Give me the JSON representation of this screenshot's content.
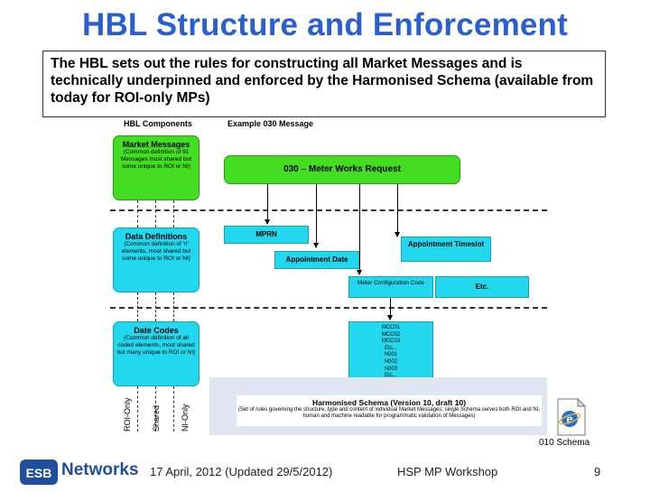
{
  "slide": {
    "title": "HBL Structure and Enforcement",
    "intro": "The HBL sets out the rules for constructing all Market Messages and is technically underpinned and enforced by the Harmonised Schema (available from today for ROI-only MPs)"
  },
  "diagram": {
    "col_headers": {
      "components": "HBL Components",
      "example": "Example 030 Message"
    },
    "components": [
      {
        "title": "Market Messages",
        "note": "(Common definition of 91 Messages most shared but some unique to ROI or NI)"
      },
      {
        "title": "Data Definitions",
        "note": "(Common definition of 'n' elements, most shared but some unique to ROI or NI)"
      },
      {
        "title": "Date Codes",
        "note": "(Common definition of all coded elements, most shared but many unique to ROI or NI)"
      }
    ],
    "message_box": "030 – Meter Works Request",
    "elements": {
      "mprn": "MPRN",
      "appointment_date": "Appointment Date",
      "appointment_timeslot": "Appointment Timeslot",
      "meter_config": "Meter Configuration Code",
      "etc": "Etc."
    },
    "codes": [
      "MCC01",
      "MCC02",
      "MCC03",
      "Etc...",
      "N001",
      "N002",
      "N003",
      "Etc..."
    ],
    "scope_labels": [
      "ROI-Only",
      "Shared",
      "NI-Only"
    ],
    "schema": {
      "title": "Harmonised Schema (Version 10, draft 10)",
      "note": "(Set of rules governing the structure, type and content of individual Market Messages; single Schema serves both ROI and NI, human and machine readable for programmatic validation of Messages)"
    },
    "schema_icon_label": "010 Schema"
  },
  "footer": {
    "logo_text": "Networks",
    "logo_badge": "ESB",
    "date": "17 April, 2012 (Updated 29/5/2012)",
    "event": "HSP MP Workshop",
    "page": "9"
  },
  "colors": {
    "title": "#2a5fd0",
    "green": "#44dd22",
    "cyan": "#22d8ee",
    "logo": "#1f4e9c"
  }
}
